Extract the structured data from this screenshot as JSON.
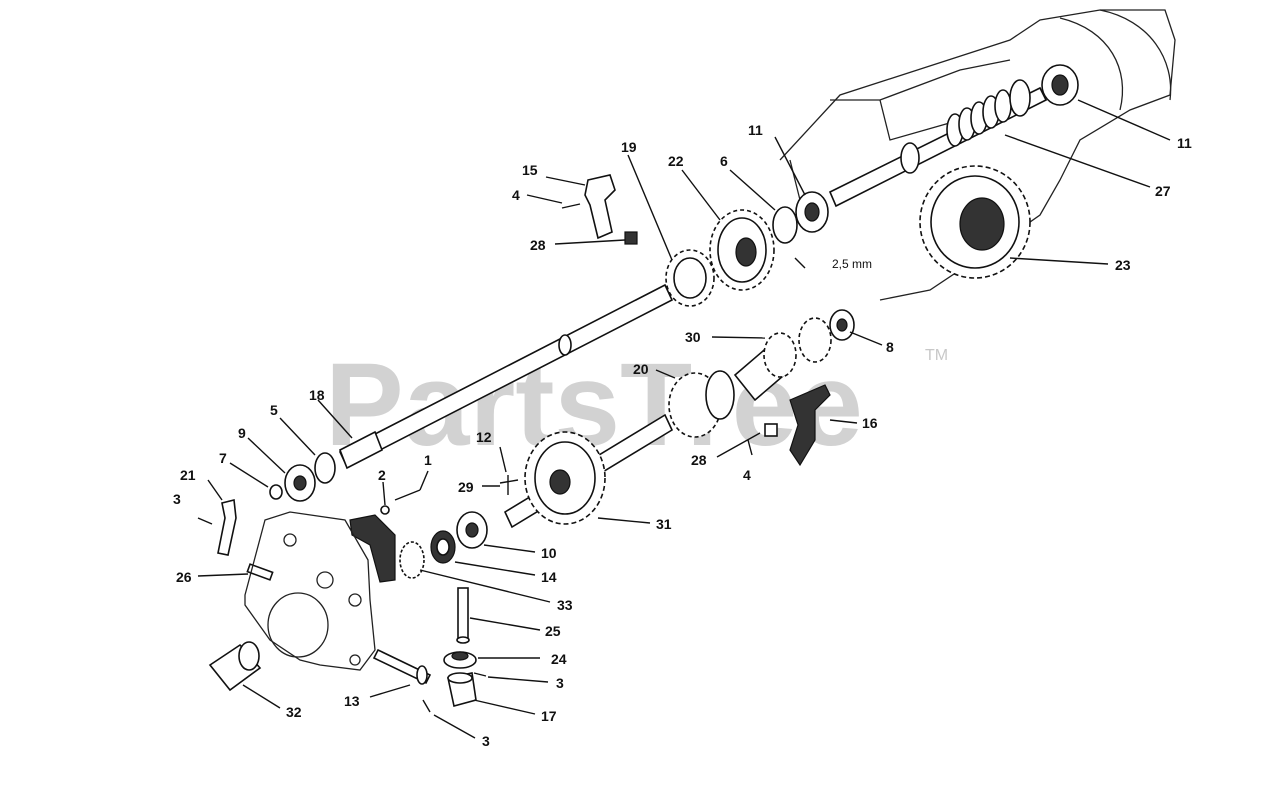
{
  "watermark": {
    "text": "PartsTree",
    "trademark": "TM"
  },
  "dimension_note": "2,5 mm",
  "labels": [
    {
      "id": "l11a",
      "text": "11"
    },
    {
      "id": "l11b",
      "text": "11"
    },
    {
      "id": "l27",
      "text": "27"
    },
    {
      "id": "l23",
      "text": "23"
    },
    {
      "id": "l15",
      "text": "15"
    },
    {
      "id": "l4a",
      "text": "4"
    },
    {
      "id": "l28a",
      "text": "28"
    },
    {
      "id": "l19",
      "text": "19"
    },
    {
      "id": "l22",
      "text": "22"
    },
    {
      "id": "l6",
      "text": "6"
    },
    {
      "id": "l30",
      "text": "30"
    },
    {
      "id": "l8",
      "text": "8"
    },
    {
      "id": "l20",
      "text": "20"
    },
    {
      "id": "l16",
      "text": "16"
    },
    {
      "id": "l28b",
      "text": "28"
    },
    {
      "id": "l4b",
      "text": "4"
    },
    {
      "id": "l18",
      "text": "18"
    },
    {
      "id": "l5",
      "text": "5"
    },
    {
      "id": "l9",
      "text": "9"
    },
    {
      "id": "l7",
      "text": "7"
    },
    {
      "id": "l21",
      "text": "21"
    },
    {
      "id": "l3a",
      "text": "3"
    },
    {
      "id": "l12",
      "text": "12"
    },
    {
      "id": "l29",
      "text": "29"
    },
    {
      "id": "l2",
      "text": "2"
    },
    {
      "id": "l1",
      "text": "1"
    },
    {
      "id": "l31",
      "text": "31"
    },
    {
      "id": "l10",
      "text": "10"
    },
    {
      "id": "l14",
      "text": "14"
    },
    {
      "id": "l26",
      "text": "26"
    },
    {
      "id": "l33",
      "text": "33"
    },
    {
      "id": "l25",
      "text": "25"
    },
    {
      "id": "l24",
      "text": "24"
    },
    {
      "id": "l3b",
      "text": "3"
    },
    {
      "id": "l13",
      "text": "13"
    },
    {
      "id": "l17",
      "text": "17"
    },
    {
      "id": "l32",
      "text": "32"
    },
    {
      "id": "l3c",
      "text": "3"
    }
  ]
}
